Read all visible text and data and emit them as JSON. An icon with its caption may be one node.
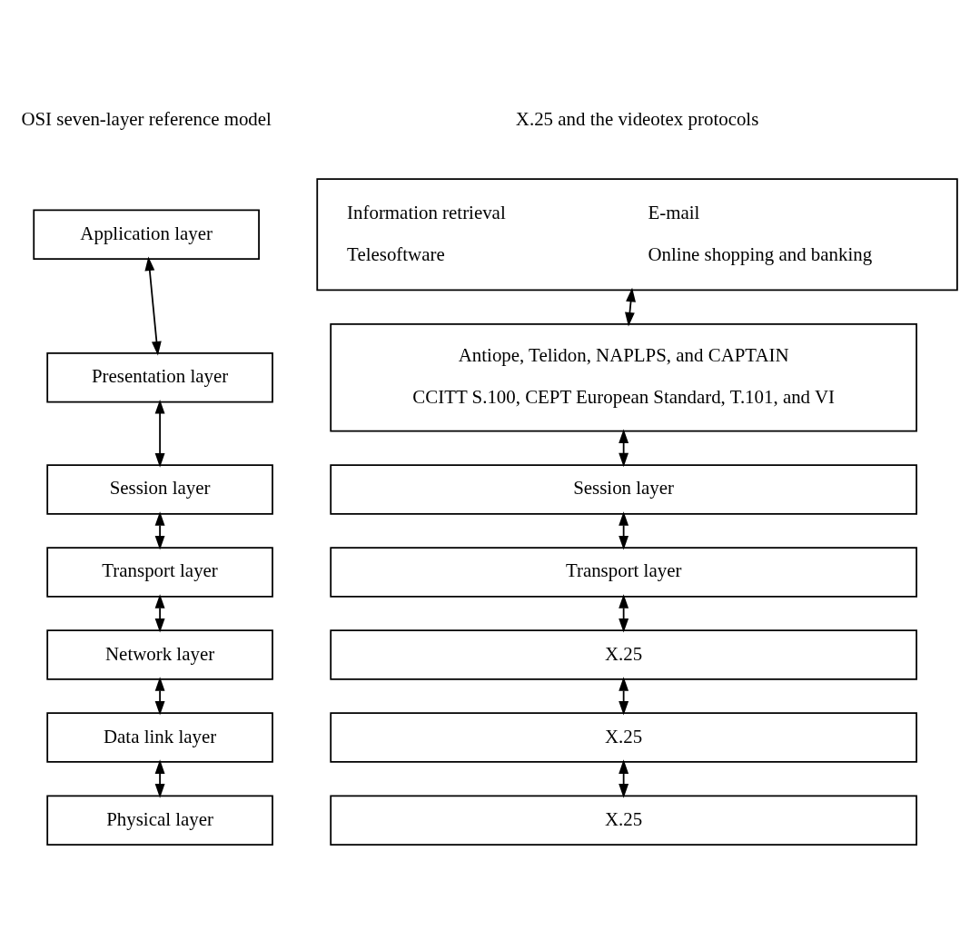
{
  "diagram": {
    "nodes": [
      {
        "text": [
          "Application layer"
        ]
      },
      {
        "text": [
          "Information retrieval",
          "E-mail",
          "Telesoftware",
          "Online shopping and banking"
        ]
      },
      {
        "text": [
          "Presentation layer"
        ]
      },
      {
        "text": [
          "Antiope, Telidon, NAPLPS, and CAPTAIN",
          "CCITT S.100, CEPT European Standard, T.101, and VI"
        ]
      },
      {
        "text": [
          "Session layer"
        ]
      },
      {
        "text": [
          "Session layer"
        ]
      },
      {
        "text": [
          "Transport layer"
        ]
      },
      {
        "text": [
          "Transport layer"
        ]
      },
      {
        "text": [
          "Network layer"
        ]
      },
      {
        "text": [
          "X.25"
        ]
      },
      {
        "text": [
          "Data link layer"
        ]
      },
      {
        "text": [
          "X.25"
        ]
      },
      {
        "text": [
          "Physical layer"
        ]
      },
      {
        "text": [
          "X.25"
        ]
      }
    ],
    "edges": [
      {
        "from": 0,
        "to": 2,
        "arrow": "both"
      },
      {
        "from": 1,
        "to": 3,
        "arrow": "both"
      },
      {
        "from": 2,
        "to": 4,
        "arrow": "both"
      },
      {
        "from": 3,
        "to": 5,
        "arrow": "both"
      },
      {
        "from": 4,
        "to": 6,
        "arrow": "both"
      },
      {
        "from": 5,
        "to": 7,
        "arrow": "both"
      },
      {
        "from": 6,
        "to": 8,
        "arrow": "both"
      },
      {
        "from": 7,
        "to": 9,
        "arrow": "both"
      },
      {
        "from": 8,
        "to": 10,
        "arrow": "both"
      },
      {
        "from": 9,
        "to": 11,
        "arrow": "both"
      },
      {
        "from": 10,
        "to": 12,
        "arrow": "both"
      },
      {
        "from": 11,
        "to": 13,
        "arrow": "both"
      }
    ],
    "labels": [
      "OSI seven-layer reference model",
      "X.25 and the videotex protocols"
    ]
  }
}
